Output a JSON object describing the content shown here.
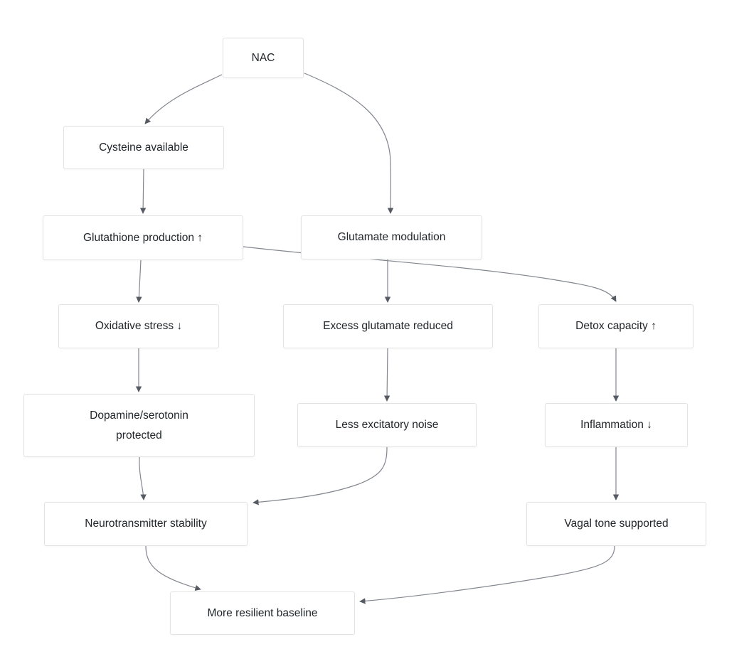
{
  "diagram": {
    "type": "flowchart",
    "direction": "top-down",
    "title": "NAC effects flowchart",
    "nodes": [
      {
        "id": "nac",
        "label": "NAC"
      },
      {
        "id": "cysteine",
        "label": "Cysteine available"
      },
      {
        "id": "glutathione",
        "label": "Glutathione production ↑"
      },
      {
        "id": "glutamate",
        "label": "Glutamate modulation"
      },
      {
        "id": "oxidative",
        "label": "Oxidative stress ↓"
      },
      {
        "id": "excess",
        "label": "Excess glutamate reduced"
      },
      {
        "id": "detox",
        "label": "Detox capacity ↑"
      },
      {
        "id": "dopamine",
        "label": "Dopamine/serotonin\nprotected"
      },
      {
        "id": "noise",
        "label": "Less excitatory noise"
      },
      {
        "id": "inflammation",
        "label": "Inflammation ↓"
      },
      {
        "id": "stability",
        "label": "Neurotransmitter stability"
      },
      {
        "id": "vagal",
        "label": "Vagal tone supported"
      },
      {
        "id": "baseline",
        "label": "More resilient baseline"
      }
    ],
    "edges": [
      {
        "from": "nac",
        "to": "cysteine"
      },
      {
        "from": "nac",
        "to": "glutamate"
      },
      {
        "from": "cysteine",
        "to": "glutathione"
      },
      {
        "from": "glutathione",
        "to": "oxidative"
      },
      {
        "from": "glutathione",
        "to": "detox"
      },
      {
        "from": "glutamate",
        "to": "excess"
      },
      {
        "from": "oxidative",
        "to": "dopamine"
      },
      {
        "from": "excess",
        "to": "noise"
      },
      {
        "from": "detox",
        "to": "inflammation"
      },
      {
        "from": "dopamine",
        "to": "stability"
      },
      {
        "from": "noise",
        "to": "stability"
      },
      {
        "from": "inflammation",
        "to": "vagal"
      },
      {
        "from": "stability",
        "to": "baseline"
      },
      {
        "from": "vagal",
        "to": "baseline"
      }
    ],
    "colors": {
      "background": "#ffffff",
      "node_fill": "#ffffff",
      "node_border": "#e3e3e3",
      "edge_line": "#82868e",
      "arrowhead": "#565b63",
      "text": "#21262b"
    }
  }
}
